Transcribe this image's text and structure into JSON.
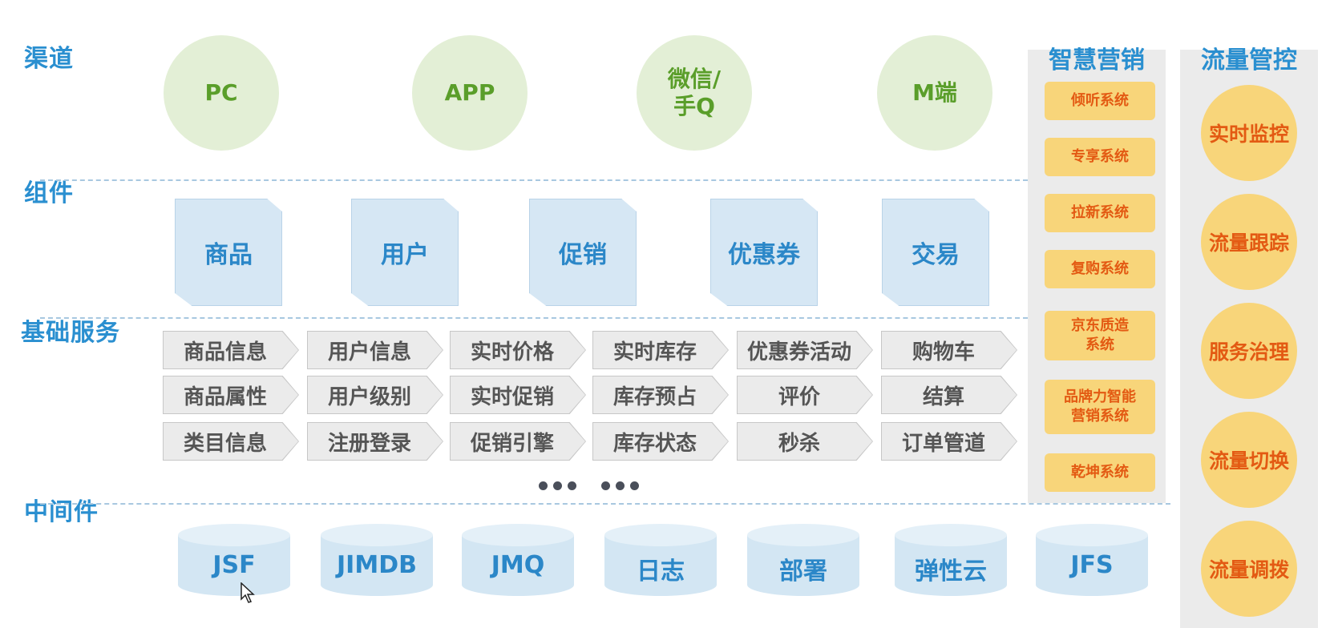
{
  "layers": {
    "channels": "渠道",
    "components": "组件",
    "basic_services": "基础服务",
    "middleware": "中间件"
  },
  "channels": [
    "PC",
    "APP",
    "微信/\n手Q",
    "M端"
  ],
  "components": [
    "商品",
    "用户",
    "促销",
    "优惠券",
    "交易"
  ],
  "services": [
    [
      "商品信息",
      "用户信息",
      "实时价格",
      "实时库存",
      "优惠券活动",
      "购物车"
    ],
    [
      "商品属性",
      "用户级别",
      "实时促销",
      "库存预占",
      "评价",
      "结算"
    ],
    [
      "类目信息",
      "注册登录",
      "促销引擎",
      "库存状态",
      "秒杀",
      "订单管道"
    ]
  ],
  "middleware": [
    "JSF",
    "JIMDB",
    "JMQ",
    "日志",
    "部署",
    "弹性云",
    "JFS"
  ],
  "smart_marketing": {
    "title": "智慧营销",
    "items": [
      "倾听系统",
      "专享系统",
      "拉新系统",
      "复购系统",
      "京东质造\n系统",
      "品牌力智能\n营销系统",
      "乾坤系统"
    ]
  },
  "traffic_control": {
    "title": "流量管控",
    "items": [
      "实时监控",
      "流量跟踪",
      "服务治理",
      "流量切换",
      "流量调拨"
    ]
  },
  "colors": {
    "label_blue": "#2a8fd0",
    "channel_fill": "#e3efd6",
    "channel_text": "#5a9e2a",
    "component_fill": "#d6e7f4",
    "marketing_fill": "#f8d57a",
    "marketing_text": "#e35a13"
  }
}
